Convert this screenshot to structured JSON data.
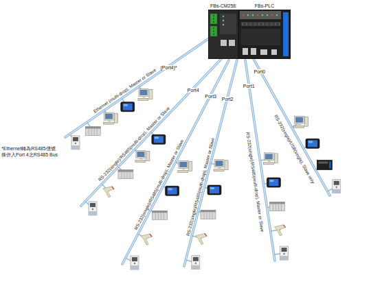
{
  "diagram": {
    "nodes": [
      {
        "text": [
          "FBs-CM25E"
        ]
      },
      {
        "text": [
          "FBs-PLC"
        ]
      }
    ],
    "labels": [
      "(Port4)*",
      "Port4",
      "Port3",
      "Port2",
      "Port1",
      "Port0",
      "Ethernet (multi-drop), Master or Slave",
      "RS-232(single)/RS485(multi-drop), Master or Slave",
      "RS-232(single)/RS485(multi-drop), Master or Slave",
      "RS-232(single)/RS485(multi-drop), Master or Slave",
      "RS-232(single)/RS485(multi-drop), Master or Slave",
      "RS-232(single)/USB(single), Slave only",
      "*Ethernet轉為RS485信號 後併入Port 4之RS485 Bus"
    ]
  }
}
